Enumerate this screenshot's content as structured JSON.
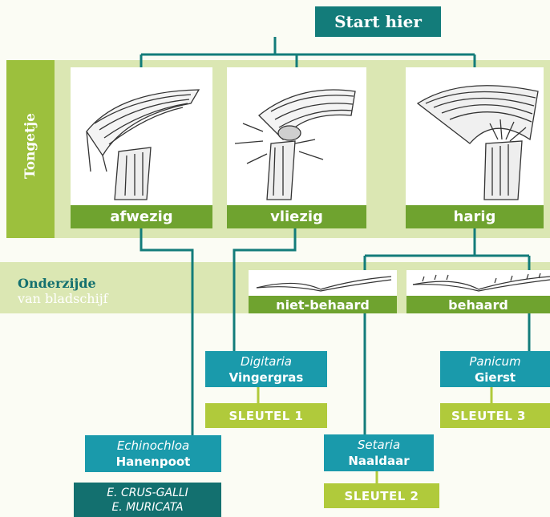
{
  "start": "Start hier",
  "row1": {
    "side_label": "Tongetje",
    "options": [
      {
        "label": "afwezig"
      },
      {
        "label": "vliezig"
      },
      {
        "label": "harig"
      }
    ]
  },
  "row2": {
    "title_line1": "Onderzijde",
    "title_line2": "van bladschijf",
    "options": [
      {
        "label": "niet-behaard"
      },
      {
        "label": "behaard"
      }
    ]
  },
  "results": {
    "digitaria": {
      "genus": "Digitaria",
      "common": "Vingergras",
      "key": "SLEUTEL 1"
    },
    "panicum": {
      "genus": "Panicum",
      "common": "Gierst",
      "key": "SLEUTEL 3"
    },
    "setaria": {
      "genus": "Setaria",
      "common": "Naaldaar",
      "key": "SLEUTEL 2"
    },
    "echinochloa": {
      "genus": "Echinochloa",
      "common": "Hanenpoot",
      "species1": "E. CRUS-GALLI",
      "species2": "E. MURICATA"
    }
  },
  "colors": {
    "teal_dark": "#137c7a",
    "teal": "#1a9aab",
    "green": "#6fa32f",
    "lime": "#b0ca3b",
    "band": "#dbe7b3"
  }
}
